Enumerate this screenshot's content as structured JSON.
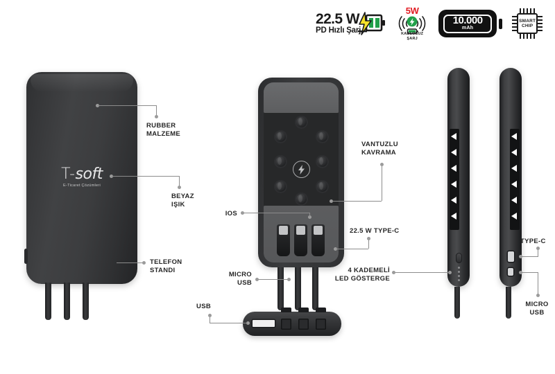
{
  "badges": [
    {
      "id": "pd-fast-charge",
      "main": "22.5 W",
      "sub": "PD Hızlı Şarj",
      "icon": "battery-bolt-icon",
      "accent": "#22a04a",
      "bolt_color": "#f5e12a"
    },
    {
      "id": "wireless-charge",
      "power": "5W",
      "caption": "KABLOSUZ\nŞARJ",
      "icon": "wireless-charging-icon",
      "power_color": "#e11b22",
      "accent": "#22a04a"
    },
    {
      "id": "capacity",
      "value": "10.000",
      "unit": "mAh",
      "icon": "battery-capacity-icon",
      "color": "#111111"
    },
    {
      "id": "smart-chip",
      "line1": "SMART",
      "line2": "CHIP",
      "icon": "microchip-icon",
      "color": "#1a1a1a"
    }
  ],
  "product": {
    "brand": "T-",
    "brand_italic": "soft",
    "brand_tagline": "E-Ticaret Çözümleri"
  },
  "callouts": {
    "rubber": "RUBBER\nMALZEME",
    "white_light": "BEYAZ\nIŞIK",
    "phone_stand": "TELEFON\nSTANDI",
    "suction_grip": "VANTUZLU\nKAVRAMA",
    "ios": "IOS",
    "type_c_22w": "22.5 W TYPE-C",
    "micro_usb_center": "MICRO\nUSB",
    "usb": "USB",
    "led_indicator": "4 KADEMELİ\nLED GÖSTERGE",
    "type_c": "TYPE-C",
    "micro_usb_right": "MICRO\nUSB"
  }
}
